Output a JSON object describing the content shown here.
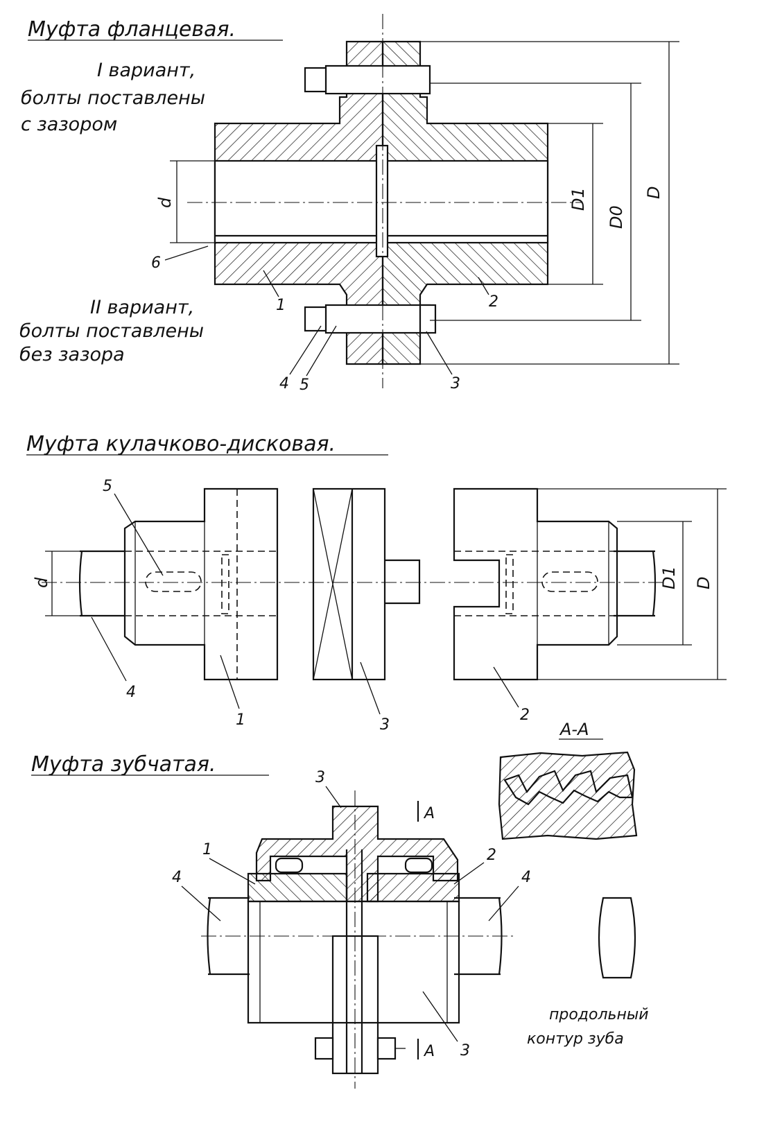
{
  "flange": {
    "title": "Муфта фланцевая.",
    "variant1": [
      "I вариант,",
      "болты поставлены",
      "с зазором"
    ],
    "variant2": [
      "II вариант,",
      "болты поставлены",
      "без зазора"
    ],
    "labels": {
      "d": "d",
      "D1": "D1",
      "D0": "D0",
      "D": "D"
    },
    "parts": [
      "1",
      "2",
      "3",
      "4",
      "5",
      "6"
    ]
  },
  "jaw": {
    "title": "Муфта кулачково-дисковая.",
    "labels": {
      "d": "d",
      "D1": "D1",
      "D": "D"
    },
    "parts": [
      "1",
      "2",
      "3",
      "4",
      "5"
    ]
  },
  "gear": {
    "title": "Муфта зубчатая.",
    "section_label": "А-А",
    "cut_mark": "А",
    "parts": [
      "1",
      "2",
      "3",
      "3",
      "4",
      "4"
    ],
    "tooth_caption": [
      "продольный",
      "контур зуба"
    ]
  }
}
